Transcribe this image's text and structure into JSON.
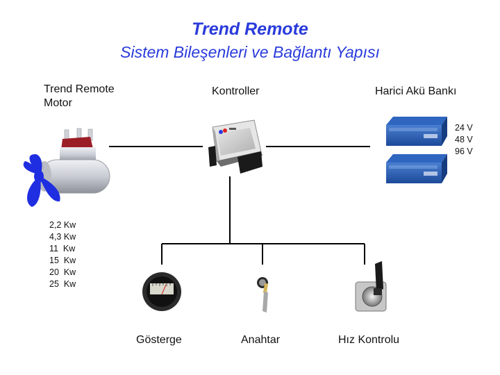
{
  "title": "Trend  Remote",
  "subtitle": "Sistem  Bileşenleri  ve  Bağlantı  Yapısı",
  "motor": {
    "label_line1": "Trend Remote",
    "label_line2": "Motor",
    "powers": [
      "2,2 Kw",
      "4,3 Kw",
      "11  Kw",
      "15  Kw",
      "20  Kw",
      "25  Kw"
    ]
  },
  "controller": {
    "label": "Kontroller"
  },
  "battery": {
    "label": "Harici Akü Bankı",
    "voltages": [
      "24 V",
      "48 V",
      "96 V"
    ]
  },
  "components": {
    "gauge_label": "Gösterge",
    "key_label": "Anahtar",
    "throttle_label": "Hız Kontrolu"
  },
  "colors": {
    "title": "#2a3bdc",
    "propeller": "#1f2ee0",
    "battery": "#2a5fb5",
    "lines": "#000000"
  }
}
